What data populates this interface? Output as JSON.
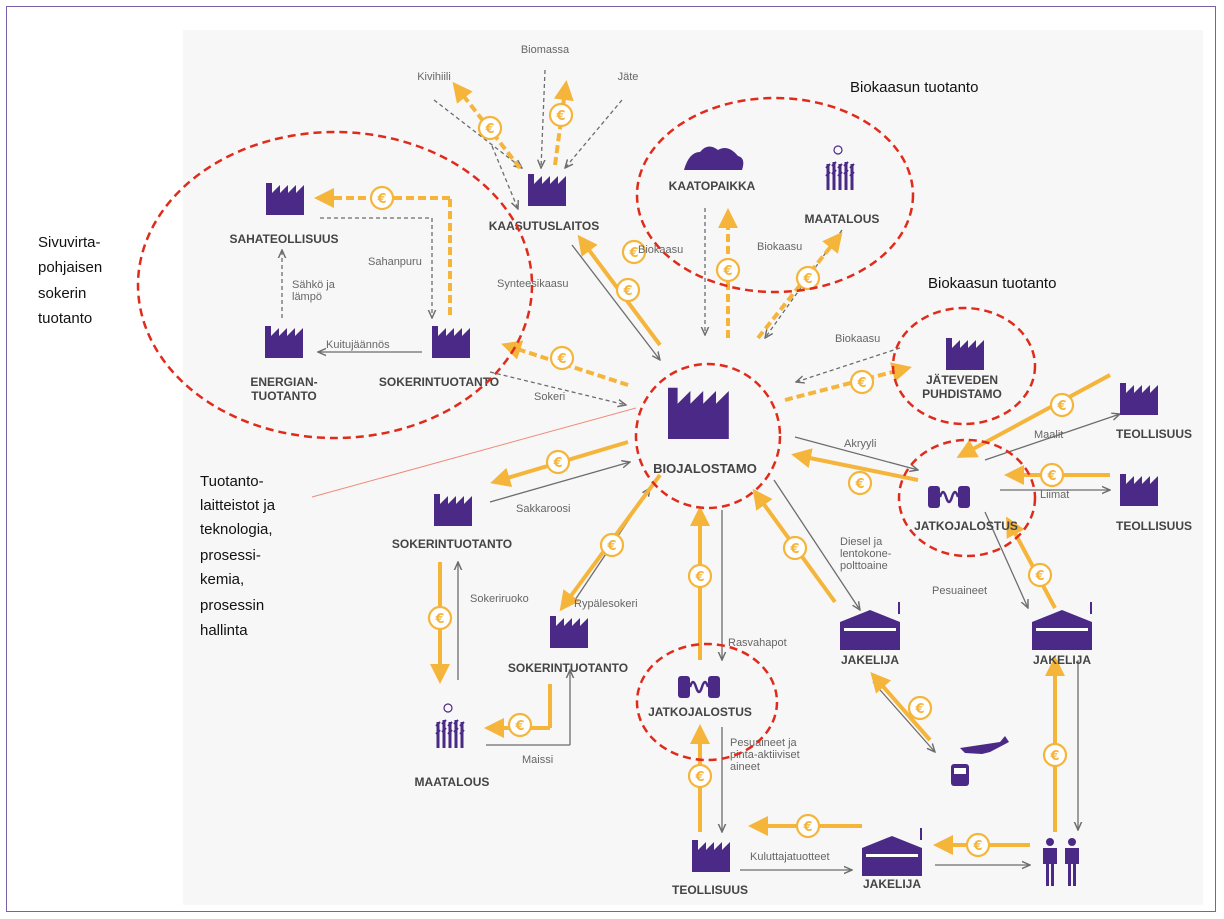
{
  "colors": {
    "purple": "#4a2a86",
    "orange": "#f5b43a",
    "gray_arrow": "#6d6d6d",
    "highlight": "#e02b1b",
    "note_line": "#f08a7a"
  },
  "icons": {
    "factory": "factory-icon",
    "crop": "crop-icon",
    "plant": "processing-plant-icon",
    "warehouse": "warehouse-icon",
    "landfill": "landfill-icon",
    "plane": "airplane-icon",
    "bus": "bus-icon",
    "people": "people-icon",
    "coin": "euro-coin-icon"
  },
  "nodes": {
    "biojalostamo": "BIOJALOSTAMO",
    "kaasutuslaitos": "KAASUTUSLAITOS",
    "kaatopaikka": "KAATOPAIKKA",
    "maatalous_top": "MAATALOUS",
    "sahateollisuus": "SAHATEOLLISUUS",
    "energian_1": "ENERGIAN-",
    "energian_2": "TUOTANTO",
    "sokerintuotanto_left": "SOKERINTUOTANTO",
    "jateveden_1": "JÄTEVEDEN",
    "jateveden_2": "PUHDISTAMO",
    "teollisuus_r1": "TEOLLISUUS",
    "teollisuus_r2": "TEOLLISUUS",
    "jatkojalostus_right": "JATKOJALOSTUS",
    "sokerintuotanto_mid": "SOKERINTUOTANTO",
    "sokerintuotanto_low": "SOKERINTUOTANTO",
    "jatkojalostus_low": "JATKOJALOSTUS",
    "jakelija_mid": "JAKELIJA",
    "jakelija_right": "JAKELIJA",
    "maatalous_low": "MAATALOUS",
    "teollisuus_bottom": "TEOLLISUUS",
    "jakelija_bottom": "JAKELIJA"
  },
  "edges": {
    "biomassa": "Biomassa",
    "kivihiili": "Kivihiili",
    "jate": "Jäte",
    "synteesikaasu": "Synteesikaasu",
    "biokaasu_1": "Biokaasu",
    "biokaasu_2": "Biokaasu",
    "biokaasu_3": "Biokaasu",
    "sahko_1": "Sähkö ja",
    "sahko_2": "lämpö",
    "sahanpuru": "Sahanpuru",
    "kuitujaannos": "Kuitujäännös",
    "sokeri": "Sokeri",
    "akryyli": "Akryyli",
    "maalit": "Maalit",
    "liimat": "Liimat",
    "diesel_1": "Diesel ja",
    "diesel_2": "lentokone-",
    "diesel_3": "polttoaine",
    "pesuaineet": "Pesuaineet",
    "sakkaroosi": "Sakkaroosi",
    "sokeriruoko": "Sokeriruoko",
    "rypalesokeri": "Rypälesokeri",
    "rasvahapot": "Rasvahapot",
    "maissi": "Maissi",
    "pesu2_1": "Pesuaineet ja",
    "pesu2_2": "pinta-aktiiviset",
    "pesu2_3": "aineet",
    "kuluttaja": "Kuluttajatuotteet"
  },
  "coin_symbol": "€",
  "annotations": {
    "biokaasu_top": "Biokaasun tuotanto",
    "biokaasu_right": "Biokaasun tuotanto",
    "sivuvirta": [
      "Sivuvirta-",
      "pohjaisen",
      "sokerin",
      "tuotanto"
    ],
    "tuotanto": [
      "Tuotanto-",
      "laitteistot ja",
      "teknologia,",
      "prosessi-",
      "kemia,",
      "prosessin",
      "hallinta"
    ]
  }
}
